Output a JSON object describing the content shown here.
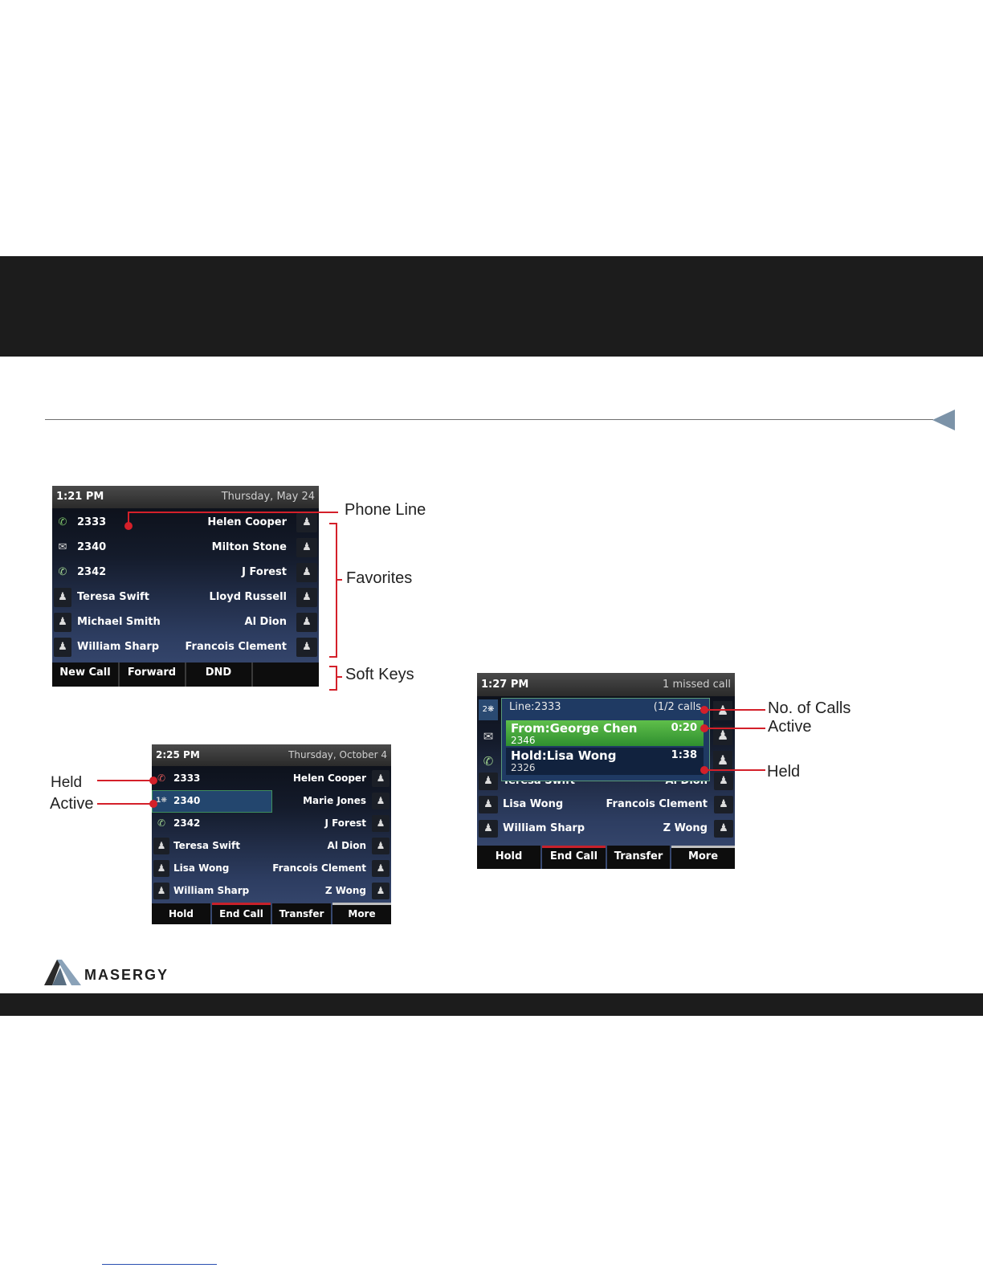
{
  "screen1": {
    "time": "1:21 PM",
    "date": "Thursday, May 24",
    "rows": [
      {
        "left": "2333",
        "right": "Helen Cooper",
        "icon": "phone-line-icon"
      },
      {
        "left": "2340",
        "right": "Milton Stone",
        "icon": "envelope-icon"
      },
      {
        "left": "2342",
        "right": "J Forest",
        "icon": "phone-line-icon"
      },
      {
        "left": "Teresa Swift",
        "right": "Lloyd Russell",
        "icon": "contact-icon"
      },
      {
        "left": "Michael Smith",
        "right": "Al Dion",
        "icon": "contact-icon"
      },
      {
        "left": "William Sharp",
        "right": "Francois Clement",
        "icon": "contact-icon"
      }
    ],
    "softkeys": [
      "New Call",
      "Forward",
      "DND",
      ""
    ]
  },
  "screen2": {
    "time": "2:25 PM",
    "date": "Thursday, October 4",
    "rows": [
      {
        "left": "2333",
        "right": "Helen Cooper"
      },
      {
        "left": "2340",
        "right": "Marie Jones"
      },
      {
        "left": "2342",
        "right": "J Forest"
      },
      {
        "left": "Teresa Swift",
        "right": "Al Dion"
      },
      {
        "left": "Lisa Wong",
        "right": "Francois Clement"
      },
      {
        "left": "William Sharp",
        "right": "Z Wong"
      }
    ],
    "softkeys": [
      "Hold",
      "End Call",
      "Transfer",
      "More"
    ]
  },
  "screen3": {
    "time": "1:27 PM",
    "status": "1 missed call",
    "line_label": "Line:2333",
    "calls_label": "(1/2 calls",
    "active_call": {
      "name": "From:George Chen",
      "number": "2346",
      "duration": "0:20"
    },
    "held_call": {
      "name": "Hold:Lisa Wong",
      "number": "2326",
      "duration": "1:38"
    },
    "partial_row": {
      "left": "Teresa Swift",
      "right": "Al Dion"
    },
    "rows": [
      {
        "left": "Lisa Wong",
        "right": "Francois Clement"
      },
      {
        "left": "William Sharp",
        "right": "Z Wong"
      }
    ],
    "softkeys": [
      "Hold",
      "End Call",
      "Transfer",
      "More"
    ]
  },
  "labels": {
    "phone_line": "Phone Line",
    "favorites": "Favorites",
    "soft_keys": "Soft Keys",
    "held": "Held",
    "active": "Active",
    "no_of_calls": "No. of Calls",
    "active_right": "Active",
    "held_right": "Held"
  },
  "footer": {
    "logo": "MASERGY"
  },
  "colors": {
    "accent_red": "#d4202a",
    "active_green": "#3aa83a",
    "band": "#1c1c1c"
  }
}
